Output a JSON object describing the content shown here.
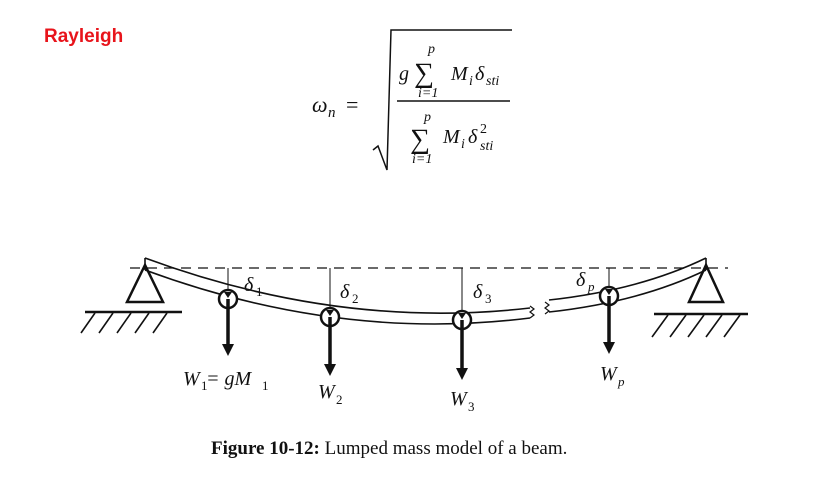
{
  "header": {
    "title": "Rayleigh"
  },
  "formula": {
    "lhs": "ω",
    "lhs_sub": "n",
    "equals": "=",
    "numerator": {
      "g": "g",
      "sum_top": "p",
      "sum_bottom": "i=1",
      "term_M": "M",
      "term_M_sub": "i",
      "term_delta": "δ",
      "term_delta_sub": "sti"
    },
    "denominator": {
      "sum_top": "p",
      "sum_bottom": "i=1",
      "term_M": "M",
      "term_M_sub": "i",
      "term_delta": "δ",
      "term_delta_sup": "2",
      "term_delta_sub": "sti"
    }
  },
  "diagram": {
    "deflections": [
      {
        "sym": "δ",
        "sub": "1"
      },
      {
        "sym": "δ",
        "sub": "2"
      },
      {
        "sym": "δ",
        "sub": "3"
      },
      {
        "sym": "δ",
        "sub": "p"
      }
    ],
    "loads": [
      {
        "w": "W",
        "sub": "1",
        "rest": " = gM",
        "rest_sub": "1"
      },
      {
        "w": "W",
        "sub": "2"
      },
      {
        "w": "W",
        "sub": "3"
      },
      {
        "w": "W",
        "sub": "p"
      }
    ]
  },
  "caption": {
    "label": "Figure 10-12:",
    "text": " Lumped mass model of a beam."
  }
}
